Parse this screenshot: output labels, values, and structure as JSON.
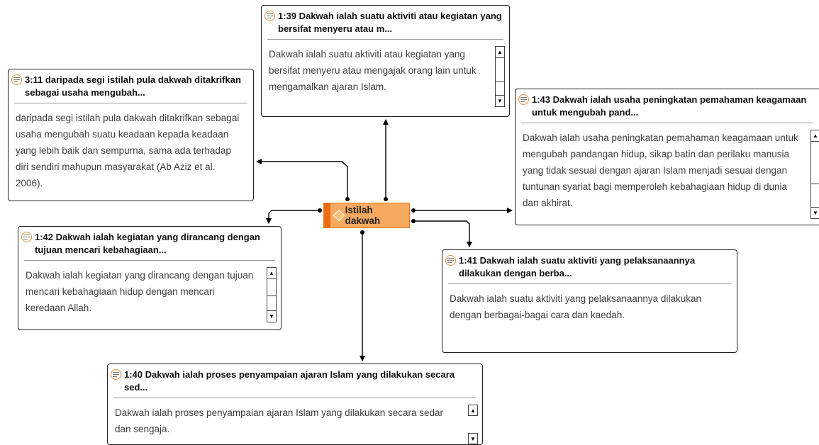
{
  "central_node": {
    "label": "Istilah dakwah",
    "icon": "code-diamond-icon"
  },
  "quotations": [
    {
      "id": "q-3-11",
      "title": "3:11 daripada segi istilah pula  dakwah ditakrifkan sebagai usaha mengubah...",
      "text": "daripada segi istilah pula  dakwah ditakrifkan sebagai usaha mengubah suatu keadaan kepada keadaan yang lebih baik  dan sempurna, sama ada terhadap diri sendiri mahupun masyarakat (Ab Aziz et al. 2006).",
      "scrollbar": false
    },
    {
      "id": "q-1-39",
      "title": "1:39 Dakwah ialah suatu aktiviti atau kegiatan yang bersifat menyeru atau m...",
      "text": "Dakwah ialah suatu aktiviti atau kegiatan yang bersifat menyeru atau mengajak orang lain  untuk mengamalkan ajaran Islam.",
      "scrollbar": true
    },
    {
      "id": "q-1-43",
      "title": "1:43 Dakwah ialah usaha peningkatan pemahaman keagamaan untuk mengubah pand...",
      "text": "Dakwah ialah usaha peningkatan pemahaman keagamaan untuk mengubah pandangan  hidup, sikap batin dan perilaku manusia yang tidak sesuai dengan ajaran Islam menjadi  sesuai dengan tuntunan syariat bagi memperoleh kebahagiaan hidup di dunia dan akhirat.",
      "scrollbar": true
    },
    {
      "id": "q-1-42",
      "title": "1:42 Dakwah ialah kegiatan yang dirancang dengan tujuan mencari kebahagiaan...",
      "text": "Dakwah ialah kegiatan yang dirancang dengan tujuan mencari kebahagiaan hidup dengan  mencari keredaan Allah.",
      "scrollbar": true
    },
    {
      "id": "q-1-41",
      "title": "1:41 Dakwah ialah suatu aktiviti yang pelaksanaannya dilakukan dengan berba...",
      "text": "Dakwah ialah suatu aktiviti yang pelaksanaannya dilakukan dengan berbagai-bagai cara dan  kaedah.",
      "scrollbar": false
    },
    {
      "id": "q-1-40",
      "title": "1:40 Dakwah ialah proses penyampaian ajaran Islam yang dilakukan secara sed...",
      "text": "Dakwah ialah proses penyampaian ajaran Islam yang dilakukan secara sedar dan sengaja.",
      "scrollbar": true
    }
  ],
  "colors": {
    "node_fill": "#f7a960",
    "node_stripe": "#ec6d13",
    "quote_icon": "#e8913b",
    "card_border": "#222222",
    "connector": "#000000"
  },
  "icons": {
    "quotation": "quotation-doc-icon",
    "scroll_up": "scroll-up-arrow-icon",
    "scroll_down": "scroll-down-arrow-icon",
    "arrowhead": "arrowhead-icon"
  }
}
